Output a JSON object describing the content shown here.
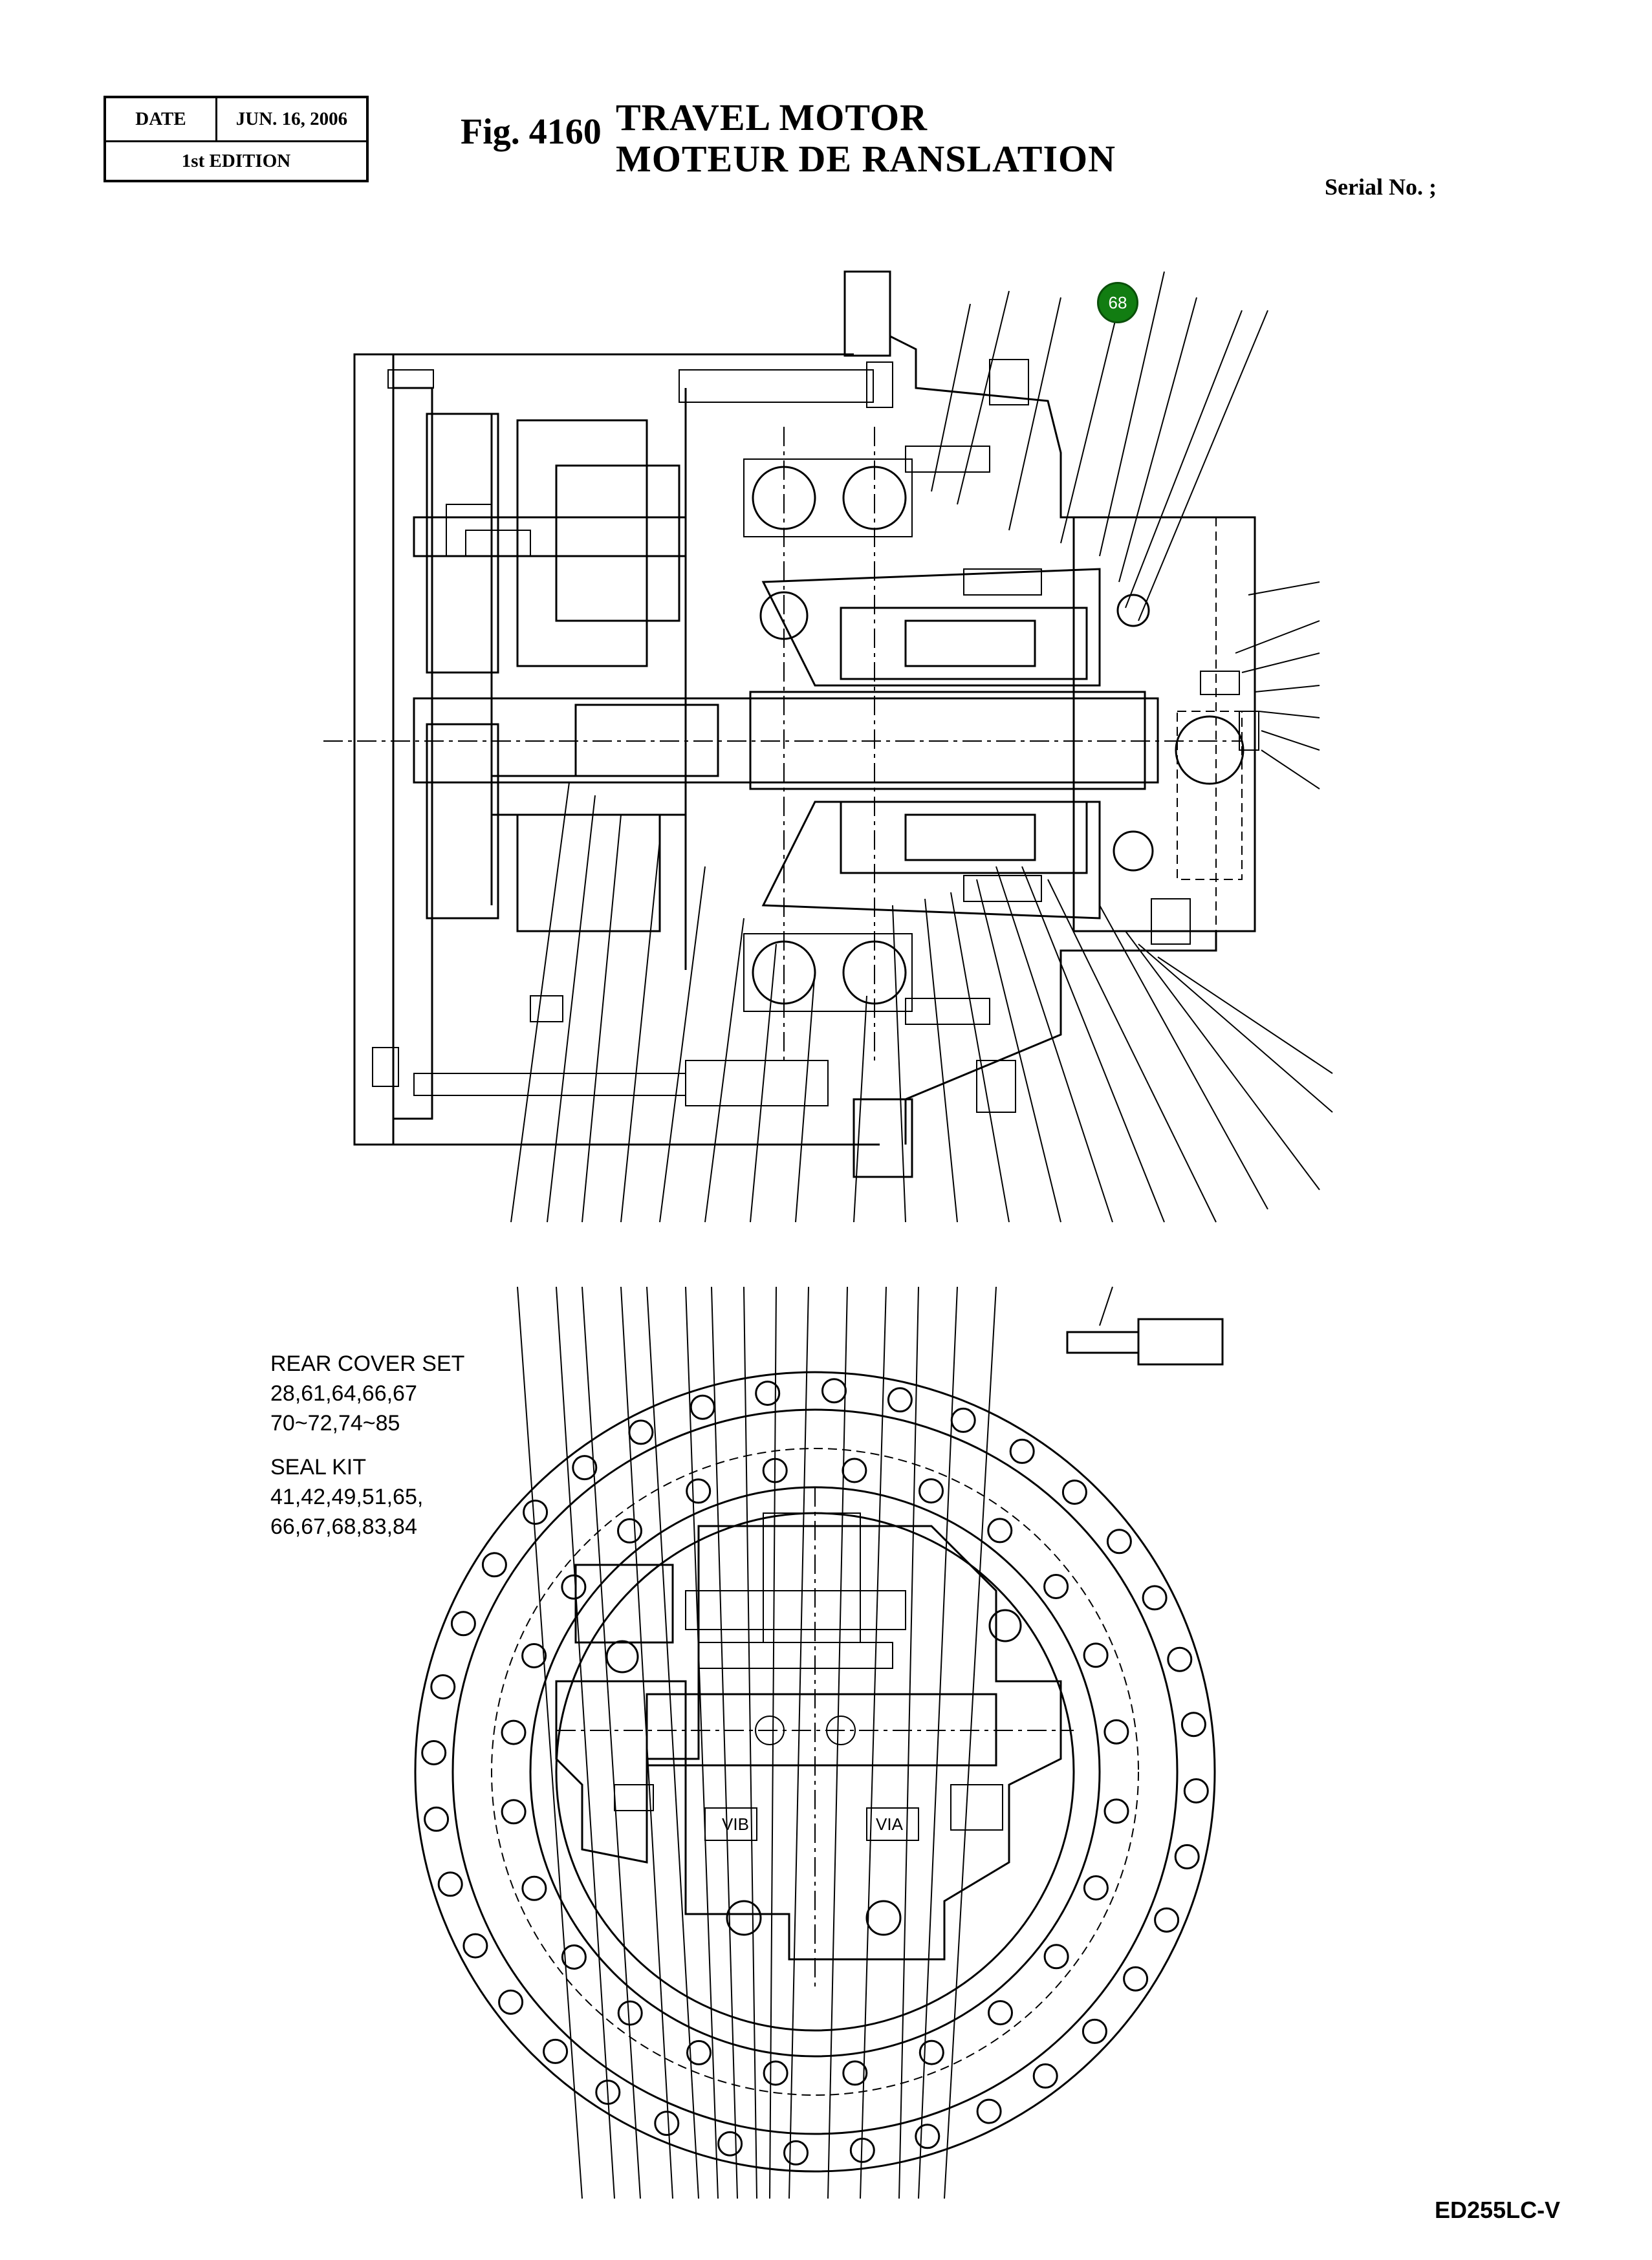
{
  "header": {
    "date_label": "DATE",
    "date_value": "JUN. 16, 2006",
    "edition": "1st EDITION"
  },
  "figure": {
    "number": "Fig. 4160",
    "title_en": "TRAVEL  MOTOR",
    "title_fr": "MOTEUR  DE  RANSLATION"
  },
  "serial_label": "Serial No. ;",
  "callout": {
    "label": "68",
    "color": "#127d12"
  },
  "notes": {
    "rear_cover_title": "REAR COVER SET",
    "rear_cover_line1": "28,61,64,66,67",
    "rear_cover_line2": "70~72,74~85",
    "seal_kit_title": "SEAL KIT",
    "seal_kit_line1": "41,42,49,51,65,",
    "seal_kit_line2": "66,67,68,83,84"
  },
  "valve_labels": {
    "left": "VIB",
    "right": "VIA"
  },
  "model": "ED255LC-V"
}
